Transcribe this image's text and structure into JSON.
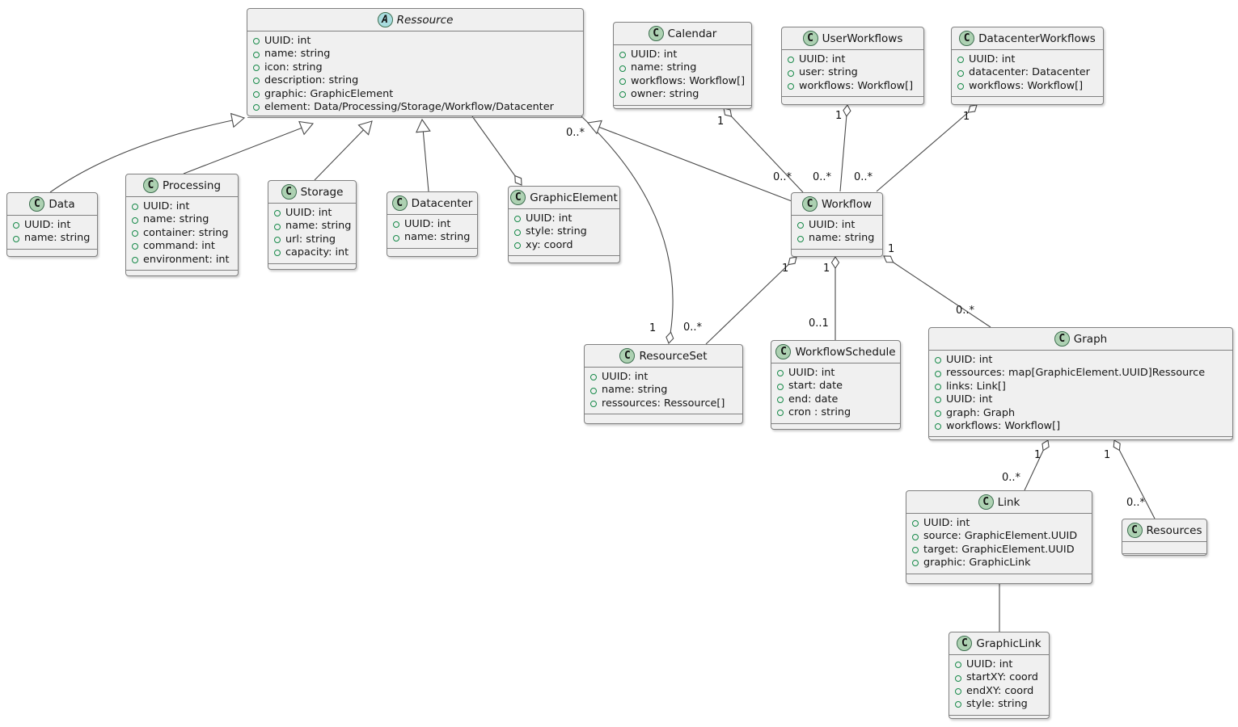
{
  "theme": {
    "icon_class_bg": "#ADD1B2",
    "icon_abstract_bg": "#A9DCDF",
    "bullet_green": "#168948",
    "box_fill": "#F0F0F0",
    "box_border": "#808080",
    "line_color": "#4A4A4A",
    "text_color": "#151515"
  },
  "diagram": {
    "classes": {
      "ressource": {
        "stereotype": "abstract",
        "icon_letter": "A",
        "name": "Ressource",
        "attributes": [
          "UUID: int",
          "name: string",
          "icon: string",
          "description: string",
          "graphic: GraphicElement",
          "element: Data/Processing/Storage/Workflow/Datacenter"
        ]
      },
      "calendar": {
        "stereotype": "class",
        "icon_letter": "C",
        "name": "Calendar",
        "attributes": [
          "UUID: int",
          "name: string",
          "workflows: Workflow[]",
          "owner: string"
        ]
      },
      "userworkflows": {
        "stereotype": "class",
        "icon_letter": "C",
        "name": "UserWorkflows",
        "attributes": [
          "UUID: int",
          "user: string",
          "workflows: Workflow[]"
        ]
      },
      "datacenterworkflows": {
        "stereotype": "class",
        "icon_letter": "C",
        "name": "DatacenterWorkflows",
        "attributes": [
          "UUID: int",
          "datacenter: Datacenter",
          "workflows: Workflow[]"
        ]
      },
      "data": {
        "stereotype": "class",
        "icon_letter": "C",
        "name": "Data",
        "attributes": [
          "UUID: int",
          "name: string"
        ]
      },
      "processing": {
        "stereotype": "class",
        "icon_letter": "C",
        "name": "Processing",
        "attributes": [
          "UUID: int",
          "name: string",
          "container: string",
          "command: int",
          "environment: int"
        ]
      },
      "storage": {
        "stereotype": "class",
        "icon_letter": "C",
        "name": "Storage",
        "attributes": [
          "UUID: int",
          "name: string",
          "url: string",
          "capacity: int"
        ]
      },
      "datacenter": {
        "stereotype": "class",
        "icon_letter": "C",
        "name": "Datacenter",
        "attributes": [
          "UUID: int",
          "name: string"
        ]
      },
      "graphicelement": {
        "stereotype": "class",
        "icon_letter": "C",
        "name": "GraphicElement",
        "attributes": [
          "UUID: int",
          "style: string",
          "xy: coord"
        ]
      },
      "workflow": {
        "stereotype": "class",
        "icon_letter": "C",
        "name": "Workflow",
        "attributes": [
          "UUID: int",
          "name: string"
        ]
      },
      "resourceset": {
        "stereotype": "class",
        "icon_letter": "C",
        "name": "ResourceSet",
        "attributes": [
          "UUID: int",
          "name: string",
          "ressources: Ressource[]"
        ]
      },
      "workflowschedule": {
        "stereotype": "class",
        "icon_letter": "C",
        "name": "WorkflowSchedule",
        "attributes": [
          "UUID: int",
          "start: date",
          "end: date",
          "cron : string"
        ]
      },
      "graph": {
        "stereotype": "class",
        "icon_letter": "C",
        "name": "Graph",
        "attributes": [
          "UUID: int",
          "ressources: map[GraphicElement.UUID]Ressource",
          "links: Link[]",
          "UUID: int",
          "graph: Graph",
          "workflows: Workflow[]"
        ]
      },
      "link": {
        "stereotype": "class",
        "icon_letter": "C",
        "name": "Link",
        "attributes": [
          "UUID: int",
          "source: GraphicElement.UUID",
          "target: GraphicElement.UUID",
          "graphic: GraphicLink"
        ]
      },
      "resources": {
        "stereotype": "class",
        "icon_letter": "C",
        "name": "Resources",
        "attributes": []
      },
      "graphiclink": {
        "stereotype": "class",
        "icon_letter": "C",
        "name": "GraphicLink",
        "attributes": [
          "UUID: int",
          "startXY: coord",
          "endXY: coord",
          "style: string"
        ]
      }
    },
    "edges": {
      "calendar_workflow": {
        "source_label": "1",
        "target_label": "0..*"
      },
      "userworkflows_workflow": {
        "source_label": "1",
        "target_label": "0..*"
      },
      "datacenterworkflows_workflow": {
        "source_label": "1",
        "target_label": "0..*"
      },
      "resourceset_ressource": {
        "source_label": "1",
        "target_label": "0..*"
      },
      "workflow_resourceset": {
        "source_label": "1",
        "target_label": "0..*"
      },
      "workflow_workflowschedule": {
        "source_label": "1",
        "target_label": "0..1"
      },
      "workflow_graph": {
        "source_label": "1",
        "target_label": "0..*"
      },
      "graph_link": {
        "source_label": "1",
        "target_label": "0..*"
      },
      "graph_resources": {
        "source_label": "1",
        "target_label": "0..*"
      }
    }
  }
}
